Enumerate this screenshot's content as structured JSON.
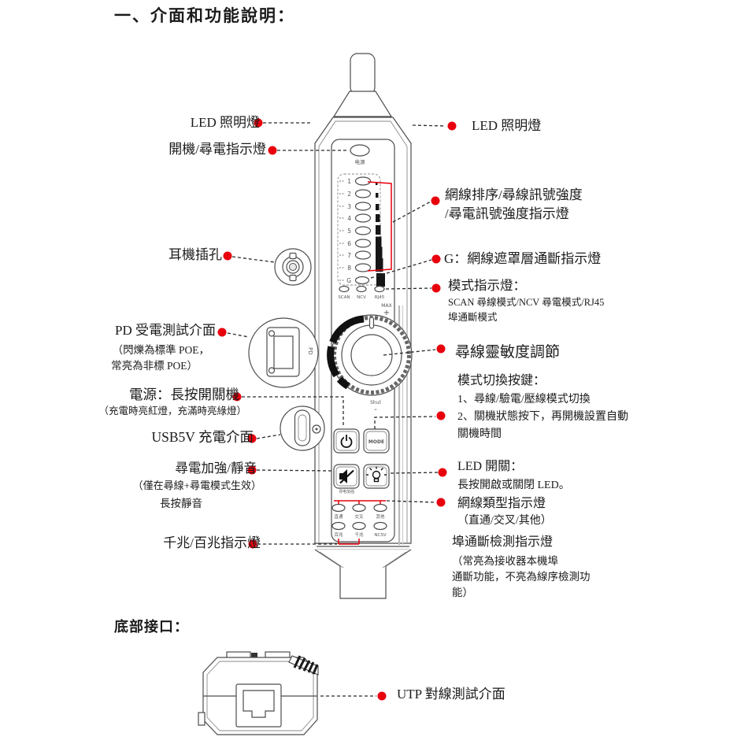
{
  "title": "一、介面和功能說明：",
  "colors": {
    "accent_red": "#e8000d",
    "line_dark": "#4d4d4d"
  },
  "left_labels": {
    "led_light": "LED 照明燈",
    "power_indicator": "開機/尋電指示燈",
    "earphone_jack": "耳機插孔",
    "pd_main": "PD 受電測試介面",
    "pd_sub1": "（閃爍為標準 POE，",
    "pd_sub2": "常亮為非標 POE）",
    "power_main": "電源：長按開關機",
    "power_sub": "（充電時亮紅燈，充滿時亮綠燈）",
    "usb": "USB5V 充電介面",
    "mute_main": "尋電加強/靜音",
    "mute_sub1": "（僅在尋線+尋電模式生效）",
    "mute_sub2": "長按靜音",
    "gigabit": "千兆/百兆指示燈"
  },
  "right_labels": {
    "led_light": "LED 照明燈",
    "wiremap_line1": "網線排序/尋線訊號強度",
    "wiremap_line2": "/尋電訊號強度指示燈",
    "shield": "G：網線遮罩層通斷指示燈",
    "mode_ind_main": "模式指示燈：",
    "mode_ind_sub1": "SCAN 尋線模式/NCV 尋電模式/RJ45",
    "mode_ind_sub2": "埠通斷模式",
    "sensitivity": "尋線靈敏度調節",
    "mode_btn_main": "模式切換按鍵：",
    "mode_btn_sub1": "1、尋線/驗電/壓線模式切換",
    "mode_btn_sub2": "2、關機狀態按下，再開機設置自動",
    "mode_btn_sub3": "關機時間",
    "led_switch_main": "LED 開關：",
    "led_switch_sub": "長按開啟或關閉 LED。",
    "cable_type_main": "網線類型指示燈",
    "cable_type_sub": "（直通/交叉/其他）",
    "port_main": "埠通斷檢測指示燈",
    "port_sub1": "（常亮為接收器本機埠",
    "port_sub2": "通斷功能，不亮為線序檢測功",
    "port_sub3": "能）"
  },
  "bottom": {
    "heading": "底部接口：",
    "utp_label": "UTP 對線測試介面"
  },
  "device": {
    "power_led_label": "电源",
    "led_numbers": [
      "1",
      "2",
      "3",
      "4",
      "5",
      "6",
      "7",
      "8"
    ],
    "shield_led": "G",
    "mode_leds": [
      "SCAN",
      "NCV",
      "RJ45"
    ],
    "dial": {
      "max": "MAX",
      "plus": "+",
      "shut": "Shut",
      "minus": "-"
    },
    "buttons": {
      "mode": "MODE",
      "boost_label": "寻电加强"
    },
    "grid": {
      "type_row": [
        "直通",
        "交叉",
        "其他"
      ],
      "speed_row": [
        "百兆",
        "千兆",
        "NCSV"
      ]
    },
    "pd_port_label": "PD"
  }
}
